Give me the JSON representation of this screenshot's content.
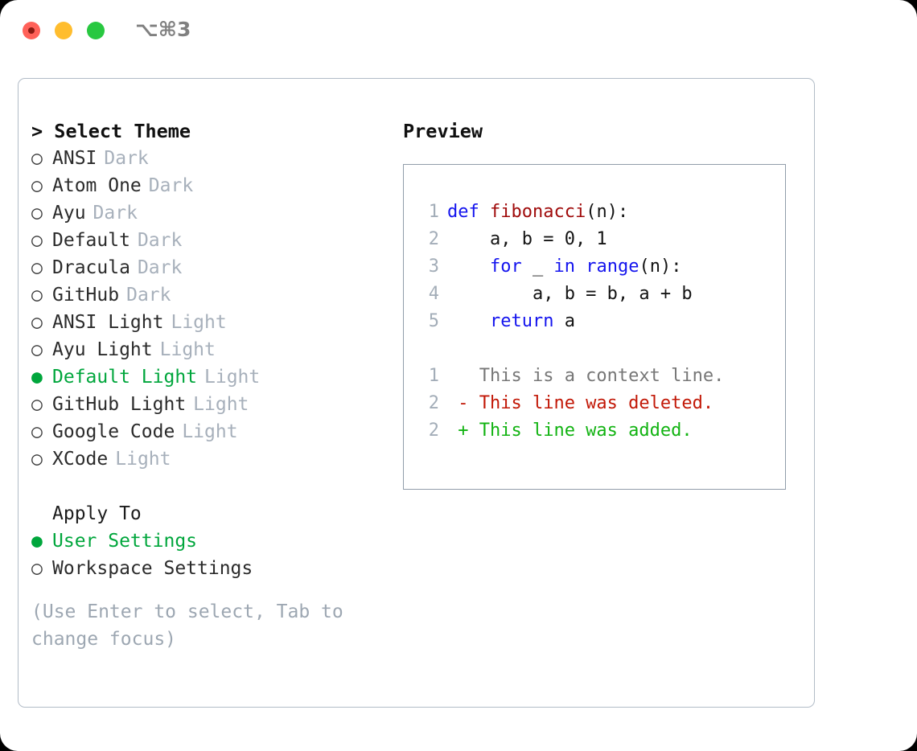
{
  "titlebar": {
    "title": "⌥⌘3",
    "buttons": [
      "close",
      "minimize",
      "zoom"
    ]
  },
  "theme_picker": {
    "header": "> Select Theme",
    "marker_selected": "●",
    "marker_unselected": "○",
    "items": [
      {
        "marker": "○",
        "label": "ANSI",
        "tag": "Dark",
        "selected": false
      },
      {
        "marker": "○",
        "label": "Atom One",
        "tag": "Dark",
        "selected": false
      },
      {
        "marker": "○",
        "label": "Ayu",
        "tag": "Dark",
        "selected": false
      },
      {
        "marker": "○",
        "label": "Default",
        "tag": "Dark",
        "selected": false
      },
      {
        "marker": "○",
        "label": "Dracula",
        "tag": "Dark",
        "selected": false
      },
      {
        "marker": "○",
        "label": "GitHub",
        "tag": "Dark",
        "selected": false
      },
      {
        "marker": "○",
        "label": "ANSI Light",
        "tag": "Light",
        "selected": false
      },
      {
        "marker": "○",
        "label": "Ayu Light",
        "tag": "Light",
        "selected": false
      },
      {
        "marker": "●",
        "label": "Default Light",
        "tag": "Light",
        "selected": true
      },
      {
        "marker": "○",
        "label": "GitHub Light",
        "tag": "Light",
        "selected": false
      },
      {
        "marker": "○",
        "label": "Google Code",
        "tag": "Light",
        "selected": false
      },
      {
        "marker": "○",
        "label": "XCode",
        "tag": "Light",
        "selected": false
      }
    ]
  },
  "apply_to": {
    "header": "Apply To",
    "items": [
      {
        "marker": "●",
        "label": "User Settings",
        "selected": true
      },
      {
        "marker": "○",
        "label": "Workspace Settings",
        "selected": false
      }
    ]
  },
  "hint": "(Use Enter to select, Tab to change focus)",
  "preview": {
    "title": "Preview",
    "code_lines": [
      {
        "no": "1",
        "tokens": [
          {
            "t": "def ",
            "c": "kw"
          },
          {
            "t": "fibonacci",
            "c": "fn"
          },
          {
            "t": "(n):",
            "c": "plain"
          }
        ]
      },
      {
        "no": "2",
        "tokens": [
          {
            "t": "    a, b = 0, 1",
            "c": "plain"
          }
        ]
      },
      {
        "no": "3",
        "tokens": [
          {
            "t": "    ",
            "c": "plain"
          },
          {
            "t": "for",
            "c": "kw"
          },
          {
            "t": " _ ",
            "c": "plain"
          },
          {
            "t": "in",
            "c": "kw"
          },
          {
            "t": " ",
            "c": "plain"
          },
          {
            "t": "range",
            "c": "kw"
          },
          {
            "t": "(n):",
            "c": "plain"
          }
        ]
      },
      {
        "no": "4",
        "tokens": [
          {
            "t": "        a, b = b, a + b",
            "c": "plain"
          }
        ]
      },
      {
        "no": "5",
        "tokens": [
          {
            "t": "    ",
            "c": "plain"
          },
          {
            "t": "return",
            "c": "kw"
          },
          {
            "t": " a",
            "c": "plain"
          }
        ]
      }
    ],
    "diff_lines": [
      {
        "no": "1",
        "tokens": [
          {
            "t": "   This is a context line.",
            "c": "ctx"
          }
        ]
      },
      {
        "no": "2",
        "tokens": [
          {
            "t": " - This line was deleted.",
            "c": "del"
          }
        ]
      },
      {
        "no": "2",
        "tokens": [
          {
            "t": " + This line was added.",
            "c": "add"
          }
        ]
      }
    ]
  },
  "colors": {
    "accent_green": "#00a63c",
    "tag_gray": "#a7b0bb",
    "hint_gray": "#9da7b2",
    "keyword_blue": "#1414ee",
    "function_red": "#a00c0c",
    "diff_delete": "#c21807",
    "diff_add": "#12b312",
    "panel_border": "#b2bcc7",
    "preview_border": "#919daa",
    "traffic_red": "#ff6159",
    "traffic_yellow": "#ffbd2e",
    "traffic_green": "#28c840"
  }
}
